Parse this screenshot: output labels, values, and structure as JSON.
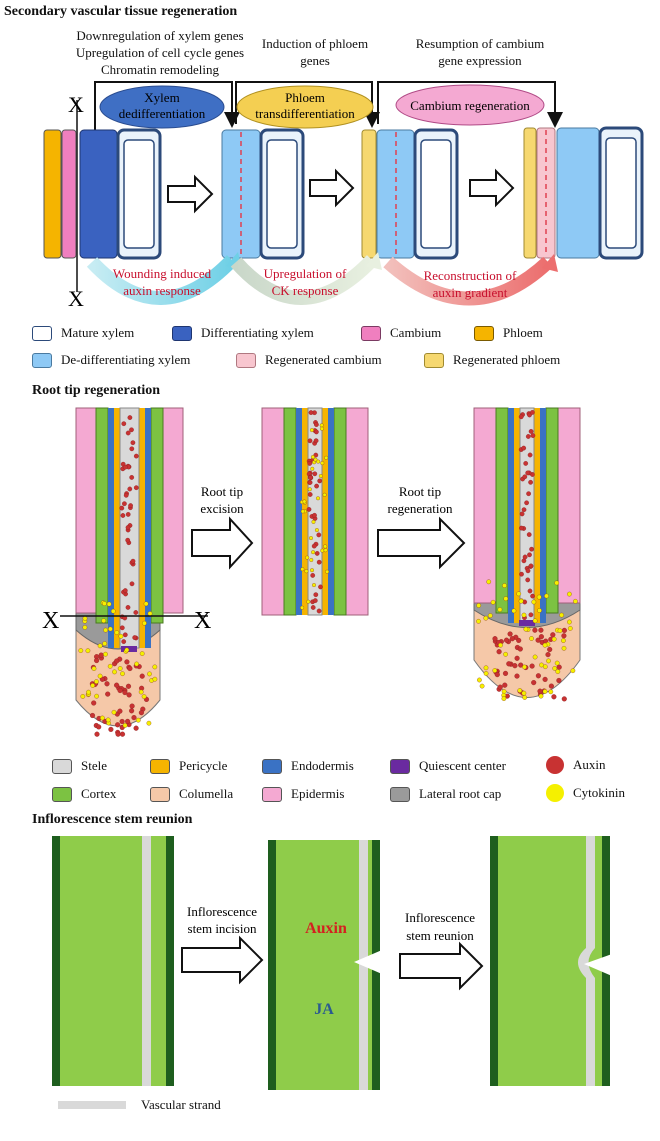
{
  "section1": {
    "title": "Secondary vascular tissue regeneration",
    "ann_left": [
      "Downregulation of xylem genes",
      "Upregulation of cell cycle genes",
      "Chromatin remodeling"
    ],
    "ann_mid": [
      "Induction of phloem",
      "genes"
    ],
    "ann_right": [
      "Resumption of cambium",
      "gene expression"
    ],
    "ellipses": [
      {
        "lines": [
          "Xylem",
          "dedifferentiation"
        ],
        "color": "#3f6fc4"
      },
      {
        "lines": [
          "Phloem",
          "transdifferentiation"
        ],
        "color": "#f4cf52"
      },
      {
        "lines": [
          "Cambium regeneration"
        ],
        "color": "#f4a9d2"
      }
    ],
    "arcs": [
      {
        "lines": [
          "Wounding induced",
          "auxin response"
        ]
      },
      {
        "lines": [
          "Upregulation of",
          "CK response"
        ]
      },
      {
        "lines": [
          "Reconstruction of",
          "auxin gradient"
        ]
      }
    ],
    "cut_mark": "X",
    "legend": [
      {
        "label": "Mature xylem",
        "color": "#ffffff",
        "border": "#2c4a7a"
      },
      {
        "label": "Differentiating xylem",
        "color": "#3a62c0",
        "border": "#1e3570"
      },
      {
        "label": "Cambium",
        "color": "#f07fbf",
        "border": "#7a3a62"
      },
      {
        "label": "Phloem",
        "color": "#f5b400",
        "border": "#7a5a00"
      },
      {
        "label": "De-differentiating xylem",
        "color": "#8ec9f5",
        "border": "#4a7aa0"
      },
      {
        "label": "Regenerated cambium",
        "color": "#f8c6cf",
        "border": "#b07880"
      },
      {
        "label": "Regenerated phloem",
        "color": "#f6d870",
        "border": "#a08a30"
      }
    ]
  },
  "section2": {
    "title": "Root tip regeneration",
    "arrow1": [
      "Root tip",
      "excision"
    ],
    "arrow2": [
      "Root tip",
      "regeneration"
    ],
    "cut_mark": "X",
    "legend": [
      {
        "label": "Stele",
        "color": "#d9d9d9",
        "shape": "box"
      },
      {
        "label": "Pericycle",
        "color": "#f5b400",
        "shape": "box"
      },
      {
        "label": "Endodermis",
        "color": "#3a72c4",
        "shape": "box"
      },
      {
        "label": "Quiescent center",
        "color": "#6a2aa0",
        "shape": "box"
      },
      {
        "label": "Auxin",
        "color": "#c83232",
        "shape": "circle"
      },
      {
        "label": "Cortex",
        "color": "#7cc242",
        "shape": "box"
      },
      {
        "label": "Columella",
        "color": "#f5c8a8",
        "shape": "box"
      },
      {
        "label": "Epidermis",
        "color": "#f4a9d2",
        "shape": "box"
      },
      {
        "label": "Lateral root cap",
        "color": "#9a9a9a",
        "shape": "box"
      },
      {
        "label": "Cytokinin",
        "color": "#f5f000",
        "shape": "circle"
      }
    ]
  },
  "section3": {
    "title": "Inflorescence stem reunion",
    "arrow1": [
      "Inflorescence",
      "stem incision"
    ],
    "arrow2": [
      "Inflorescence",
      "stem reunion"
    ],
    "auxin_label": "Auxin",
    "ja_label": "JA",
    "legend": [
      {
        "label": "Vascular strand",
        "color": "#d9d9d9"
      }
    ]
  }
}
